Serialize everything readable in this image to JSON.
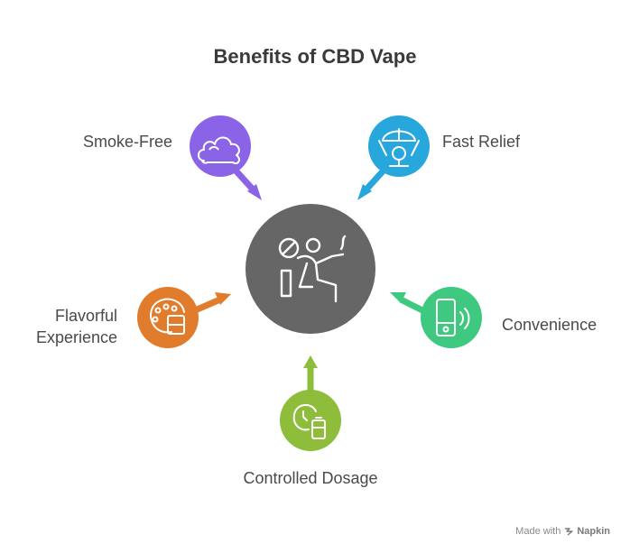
{
  "title": "Benefits of CBD Vape",
  "center": {
    "icon": "person-vaping-no-smoking-icon",
    "color": "#666666"
  },
  "benefits": [
    {
      "label": "Smoke-Free",
      "color": "#8a63e6",
      "icon": "cloud-icon"
    },
    {
      "label": "Fast Relief",
      "color": "#27a7dc",
      "icon": "parachute-icon"
    },
    {
      "label": "Convenience",
      "color": "#3fc880",
      "icon": "portable-device-icon"
    },
    {
      "label": "Controlled Dosage",
      "color": "#8dbd3a",
      "icon": "timer-battery-icon"
    },
    {
      "label": "Flavorful Experience",
      "color": "#e07c2c",
      "icon": "flavor-palette-icon"
    }
  ],
  "watermark": {
    "prefix": "Made with",
    "brand": "Napkin"
  }
}
